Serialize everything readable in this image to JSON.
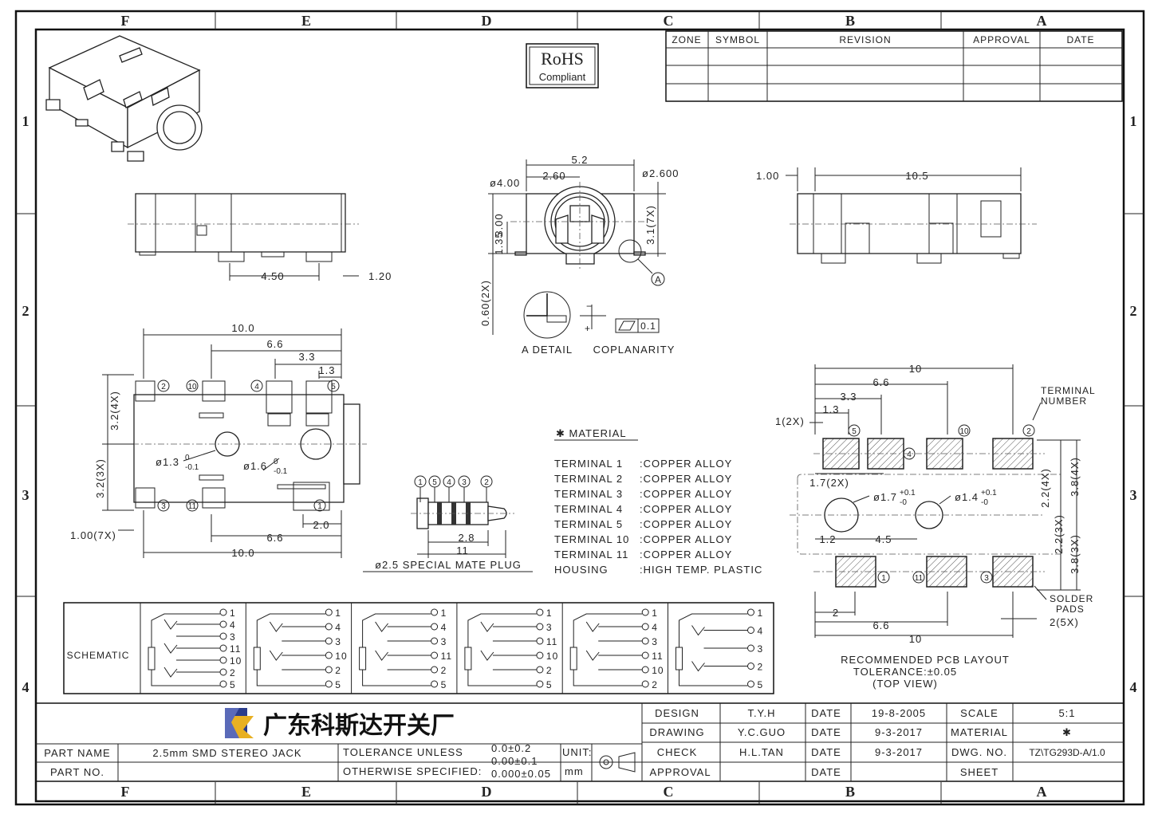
{
  "frame": {
    "zones_cols": [
      "F",
      "E",
      "D",
      "C",
      "B",
      "A"
    ],
    "zones_rows": [
      "1",
      "2",
      "3",
      "4"
    ]
  },
  "revision_table": {
    "headers": [
      "ZONE",
      "SYMBOL",
      "REVISION",
      "APPROVAL",
      "DATE"
    ]
  },
  "rohs": {
    "line1": "RoHS",
    "line2": "Compliant"
  },
  "front_view": {
    "dim_top": "5.2",
    "dim_2_60": "2.60",
    "dim_dia4": "ø4.00",
    "dim_dia2_6": "ø2.600",
    "dim_3_00": "3.00",
    "dim_1_35": "1.35",
    "dim_3_1": "3.1(7X)",
    "dim_0_60": "0.60(2X)",
    "datum": "A"
  },
  "detail": {
    "label_a": "A DETAIL",
    "label_cop": "COPLANARITY",
    "tol": "0.1",
    "minus": "−",
    "plus": "+"
  },
  "side_view_left": {
    "dim_4_50": "4.50",
    "dim_1_20": "1.20"
  },
  "side_view_right": {
    "dim_1_00": "1.00",
    "dim_10_5": "10.5"
  },
  "top_view": {
    "dim_10_top": "10.0",
    "dim_6_6_top": "6.6",
    "dim_3_3": "3.3",
    "dim_1_3": "1.3",
    "dim_3_2_4x": "3.2(4X)",
    "dim_3_2_3x": "3.2(3X)",
    "dim_1_00_7x": "1.00(7X)",
    "dim_6_6_bot": "6.6",
    "dim_10_bot": "10.0",
    "dim_2_0": "2.0",
    "hole1": "ø1.3",
    "hole1_tol_top": "0",
    "hole1_tol_bot": "-0.1",
    "hole2": "ø1.6",
    "hole2_tol_top": "0",
    "hole2_tol_bot": "-0.1",
    "pins_top": [
      "2",
      "10",
      "4",
      "5"
    ],
    "pins_bot": [
      "3",
      "11",
      "1"
    ]
  },
  "plug": {
    "pins": [
      "1",
      "5",
      "4",
      "3",
      "2"
    ],
    "dim_2_8": "2.8",
    "dim_11": "11",
    "caption": "ø2.5 SPECIAL MATE PLUG"
  },
  "material": {
    "title": "✱ MATERIAL",
    "rows": [
      [
        "TERMINAL 1",
        ":COPPER ALLOY"
      ],
      [
        "TERMINAL 2",
        ":COPPER ALLOY"
      ],
      [
        "TERMINAL 3",
        ":COPPER ALLOY"
      ],
      [
        "TERMINAL 4",
        ":COPPER ALLOY"
      ],
      [
        "TERMINAL 5",
        ":COPPER ALLOY"
      ],
      [
        "TERMINAL 10",
        ":COPPER ALLOY"
      ],
      [
        "TERMINAL 11",
        ":COPPER ALLOY"
      ],
      [
        "HOUSING",
        ":HIGH TEMP. PLASTIC"
      ]
    ]
  },
  "pcb": {
    "dim_10_top": "10",
    "dim_6_6": "6.6",
    "dim_3_3": "3.3",
    "dim_1_3": "1.3",
    "dim_1_2x": "1(2X)",
    "dim_1_7_2x": "1.7(2X)",
    "terminal_number": [
      "TERMINAL",
      "NUMBER"
    ],
    "hole1": "ø1.7",
    "hole1_tol_top": "+0.1",
    "hole1_tol_bot": "-0",
    "hole2": "ø1.4",
    "hole2_tol_top": "+0.1",
    "hole2_tol_bot": "-0",
    "dim_1_2": "1.2",
    "dim_4_5": "4.5",
    "dim_2_2_4x": "2.2(4X)",
    "dim_3_8_4x": "3.8(4X)",
    "dim_2_2_3x": "2.2(3X)",
    "dim_3_8_3x": "3.8(3X)",
    "dim_2": "2",
    "dim_6_6_bot": "6.6",
    "dim_10_bot": "10",
    "solder": [
      "SOLDER",
      "PADS"
    ],
    "dim_2_5x": "2(5X)",
    "pins_top": [
      "5",
      "4",
      "10",
      "2"
    ],
    "pins_bot": [
      "1",
      "11",
      "3"
    ],
    "caption": [
      "RECOMMENDED PCB LAYOUT",
      "TOLERANCE:±0.05",
      "(TOP VIEW)"
    ]
  },
  "schematic": {
    "label": "SCHEMATIC",
    "cells": [
      [
        "1",
        "4",
        "3",
        "11",
        "10",
        "2",
        "5"
      ],
      [
        "1",
        "4",
        "3",
        "10",
        "2",
        "5"
      ],
      [
        "1",
        "4",
        "3",
        "11",
        "2",
        "5"
      ],
      [
        "1",
        "3",
        "11",
        "10",
        "2",
        "5"
      ],
      [
        "1",
        "4",
        "3",
        "11",
        "10",
        "2"
      ],
      [
        "1",
        "4",
        "3",
        "2",
        "5"
      ]
    ]
  },
  "title_block": {
    "company": "广东科斯达开关厂",
    "design_label": "DESIGN",
    "design_val": "T.Y.H",
    "drawing_label": "DRAWING",
    "drawing_val": "Y.C.GUO",
    "check_label": "CHECK",
    "check_val": "H.L.TAN",
    "approval_label": "APPROVAL",
    "date_label": "DATE",
    "date1": "19-8-2005",
    "date2": "9-3-2017",
    "date3": "9-3-2017",
    "scale_label": "SCALE",
    "scale_val": "5:1",
    "material_label": "MATERIAL",
    "material_val": "✱",
    "dwg_label": "DWG. NO.",
    "dwg_val": "TZ\\TG293D-A/1.0",
    "sheet_label": "SHEET",
    "part_name_label": "PART NAME",
    "part_name_val": "2.5mm SMD STEREO JACK",
    "part_no_label": "PART NO.",
    "tol_label1": "TOLERANCE UNLESS",
    "tol_label2": "OTHERWISE SPECIFIED:",
    "tol1": "0.0±0.2",
    "tol2": "0.00±0.1",
    "tol3": "0.000±0.05",
    "unit_label": "UNIT:",
    "unit_val": "mm"
  }
}
